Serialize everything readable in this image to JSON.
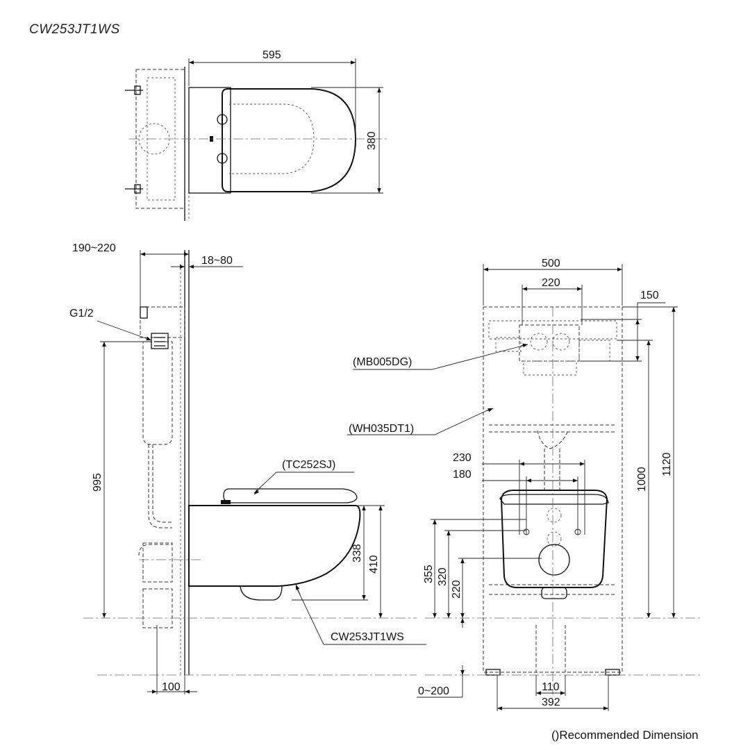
{
  "title": "CW253JT1WS",
  "top_view": {
    "width_dim": "595",
    "depth_dim": "380"
  },
  "side_view": {
    "dims": {
      "carrier_offset": "190~220",
      "wall_finish": "18~80",
      "supply_height": "995",
      "total_height": "410",
      "bowl_height": "338",
      "bottom_offset": "100"
    },
    "labels": {
      "supply_fitting": "G1/2",
      "seat_model": "(TC252SJ)",
      "bowl_model": "CW253JT1WS"
    }
  },
  "front_view": {
    "dims": {
      "frame_width": "500",
      "plate_width": "220",
      "plate_height": "150",
      "frame_height_1000": "1000",
      "frame_height_1120": "1120",
      "bolt_outer": "230",
      "bolt_inner": "180",
      "height_355": "355",
      "height_320": "320",
      "height_220": "220",
      "floor_adjust": "0~200",
      "pipe_width": "110",
      "foot_width": "392"
    },
    "labels": {
      "flush_plate": "(MB005DG)",
      "frame_model": "(WH035DT1)"
    }
  },
  "footnote": "()Recommended Dimension"
}
